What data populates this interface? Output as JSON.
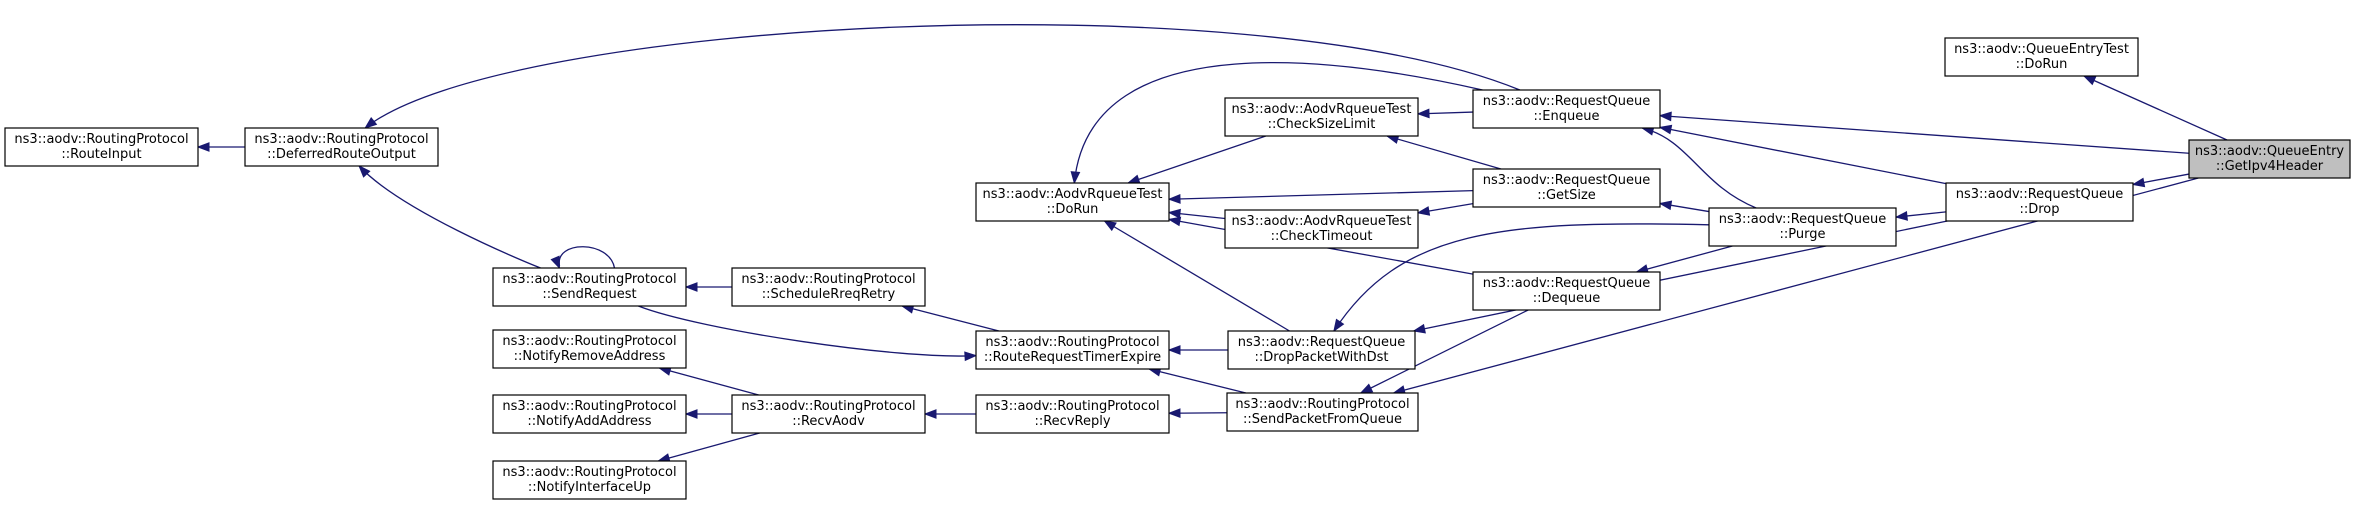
{
  "graph": {
    "colors": {
      "edge": "#191970",
      "focus_fill": "#bfbfbf",
      "node_fill": "#ffffff",
      "node_border": "#000000"
    },
    "nodes": {
      "queue_entry_get_ipv4_header": {
        "line1": "ns3::aodv::QueueEntry",
        "line2": "::GetIpv4Header",
        "focus": true
      },
      "queue_entry_test_do_run": {
        "line1": "ns3::aodv::QueueEntryTest",
        "line2": "::DoRun"
      },
      "request_queue_enqueue": {
        "line1": "ns3::aodv::RequestQueue",
        "line2": "::Enqueue"
      },
      "request_queue_drop": {
        "line1": "ns3::aodv::RequestQueue",
        "line2": "::Drop"
      },
      "request_queue_get_size": {
        "line1": "ns3::aodv::RequestQueue",
        "line2": "::GetSize"
      },
      "request_queue_purge": {
        "line1": "ns3::aodv::RequestQueue",
        "line2": "::Purge"
      },
      "request_queue_dequeue": {
        "line1": "ns3::aodv::RequestQueue",
        "line2": "::Dequeue"
      },
      "request_queue_drop_packet_with_dst": {
        "line1": "ns3::aodv::RequestQueue",
        "line2": "::DropPacketWithDst"
      },
      "routing_protocol_send_packet_from_queue": {
        "line1": "ns3::aodv::RoutingProtocol",
        "line2": "::SendPacketFromQueue"
      },
      "aodv_rqueue_test_check_size_limit": {
        "line1": "ns3::aodv::AodvRqueueTest",
        "line2": "::CheckSizeLimit"
      },
      "aodv_rqueue_test_check_timeout": {
        "line1": "ns3::aodv::AodvRqueueTest",
        "line2": "::CheckTimeout"
      },
      "aodv_rqueue_test_do_run": {
        "line1": "ns3::aodv::AodvRqueueTest",
        "line2": "::DoRun"
      },
      "routing_protocol_route_request_timer_expire": {
        "line1": "ns3::aodv::RoutingProtocol",
        "line2": "::RouteRequestTimerExpire"
      },
      "routing_protocol_recv_reply": {
        "line1": "ns3::aodv::RoutingProtocol",
        "line2": "::RecvReply"
      },
      "routing_protocol_schedule_rreq_retry": {
        "line1": "ns3::aodv::RoutingProtocol",
        "line2": "::ScheduleRreqRetry"
      },
      "routing_protocol_send_request": {
        "line1": "ns3::aodv::RoutingProtocol",
        "line2": "::SendRequest"
      },
      "routing_protocol_recv_aodv": {
        "line1": "ns3::aodv::RoutingProtocol",
        "line2": "::RecvAodv"
      },
      "routing_protocol_deferred_route_output": {
        "line1": "ns3::aodv::RoutingProtocol",
        "line2": "::DeferredRouteOutput"
      },
      "routing_protocol_route_input": {
        "line1": "ns3::aodv::RoutingProtocol",
        "line2": "::RouteInput"
      },
      "routing_protocol_notify_remove_address": {
        "line1": "ns3::aodv::RoutingProtocol",
        "line2": "::NotifyRemoveAddress"
      },
      "routing_protocol_notify_add_address": {
        "line1": "ns3::aodv::RoutingProtocol",
        "line2": "::NotifyAddAddress"
      },
      "routing_protocol_notify_interface_up": {
        "line1": "ns3::aodv::RoutingProtocol",
        "line2": "::NotifyInterfaceUp"
      }
    },
    "edges": [
      {
        "from": "queue_entry_test_do_run",
        "to": "queue_entry_get_ipv4_header"
      },
      {
        "from": "request_queue_enqueue",
        "to": "queue_entry_get_ipv4_header"
      },
      {
        "from": "request_queue_drop",
        "to": "queue_entry_get_ipv4_header"
      },
      {
        "from": "routing_protocol_send_packet_from_queue",
        "to": "queue_entry_get_ipv4_header"
      },
      {
        "from": "request_queue_purge",
        "to": "request_queue_drop"
      },
      {
        "from": "request_queue_enqueue",
        "to": "request_queue_drop"
      },
      {
        "from": "request_queue_drop_packet_with_dst",
        "to": "request_queue_drop"
      },
      {
        "from": "request_queue_dequeue",
        "to": "request_queue_purge"
      },
      {
        "from": "request_queue_get_size",
        "to": "request_queue_purge"
      },
      {
        "from": "request_queue_enqueue",
        "to": "request_queue_purge"
      },
      {
        "from": "request_queue_drop_packet_with_dst",
        "to": "request_queue_purge"
      },
      {
        "from": "aodv_rqueue_test_check_size_limit",
        "to": "request_queue_enqueue"
      },
      {
        "from": "aodv_rqueue_test_do_run",
        "to": "request_queue_enqueue"
      },
      {
        "from": "routing_protocol_deferred_route_output",
        "to": "request_queue_enqueue"
      },
      {
        "from": "aodv_rqueue_test_check_size_limit",
        "to": "request_queue_get_size"
      },
      {
        "from": "aodv_rqueue_test_check_timeout",
        "to": "request_queue_get_size"
      },
      {
        "from": "aodv_rqueue_test_do_run",
        "to": "request_queue_get_size"
      },
      {
        "from": "aodv_rqueue_test_do_run",
        "to": "request_queue_dequeue"
      },
      {
        "from": "routing_protocol_send_packet_from_queue",
        "to": "request_queue_dequeue"
      },
      {
        "from": "aodv_rqueue_test_do_run",
        "to": "aodv_rqueue_test_check_size_limit"
      },
      {
        "from": "aodv_rqueue_test_do_run",
        "to": "aodv_rqueue_test_check_timeout"
      },
      {
        "from": "aodv_rqueue_test_do_run",
        "to": "request_queue_drop_packet_with_dst"
      },
      {
        "from": "routing_protocol_route_request_timer_expire",
        "to": "request_queue_drop_packet_with_dst"
      },
      {
        "from": "routing_protocol_route_request_timer_expire",
        "to": "routing_protocol_send_packet_from_queue"
      },
      {
        "from": "routing_protocol_recv_reply",
        "to": "routing_protocol_send_packet_from_queue"
      },
      {
        "from": "routing_protocol_schedule_rreq_retry",
        "to": "routing_protocol_route_request_timer_expire"
      },
      {
        "from": "routing_protocol_recv_aodv",
        "to": "routing_protocol_recv_reply"
      },
      {
        "from": "routing_protocol_send_request",
        "to": "routing_protocol_schedule_rreq_retry"
      },
      {
        "from": "routing_protocol_route_request_timer_expire",
        "to": "routing_protocol_send_request"
      },
      {
        "from": "routing_protocol_send_request",
        "to": "routing_protocol_send_request"
      },
      {
        "from": "routing_protocol_deferred_route_output",
        "to": "routing_protocol_send_request"
      },
      {
        "from": "routing_protocol_route_input",
        "to": "routing_protocol_deferred_route_output"
      },
      {
        "from": "routing_protocol_notify_remove_address",
        "to": "routing_protocol_recv_aodv"
      },
      {
        "from": "routing_protocol_notify_add_address",
        "to": "routing_protocol_recv_aodv"
      },
      {
        "from": "routing_protocol_notify_interface_up",
        "to": "routing_protocol_recv_aodv"
      }
    ]
  }
}
